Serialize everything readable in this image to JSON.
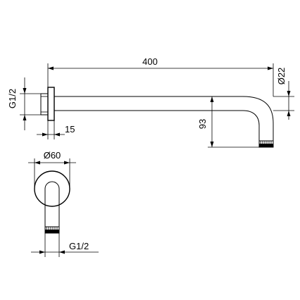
{
  "drawing": {
    "side_view": {
      "length_label": "400",
      "diameter_label": "Ø22",
      "drop_label": "93",
      "flange_label": "15",
      "thread_label": "G1/2"
    },
    "front_view": {
      "rosette_label": "Ø60",
      "thread_label": "G1/2"
    }
  }
}
